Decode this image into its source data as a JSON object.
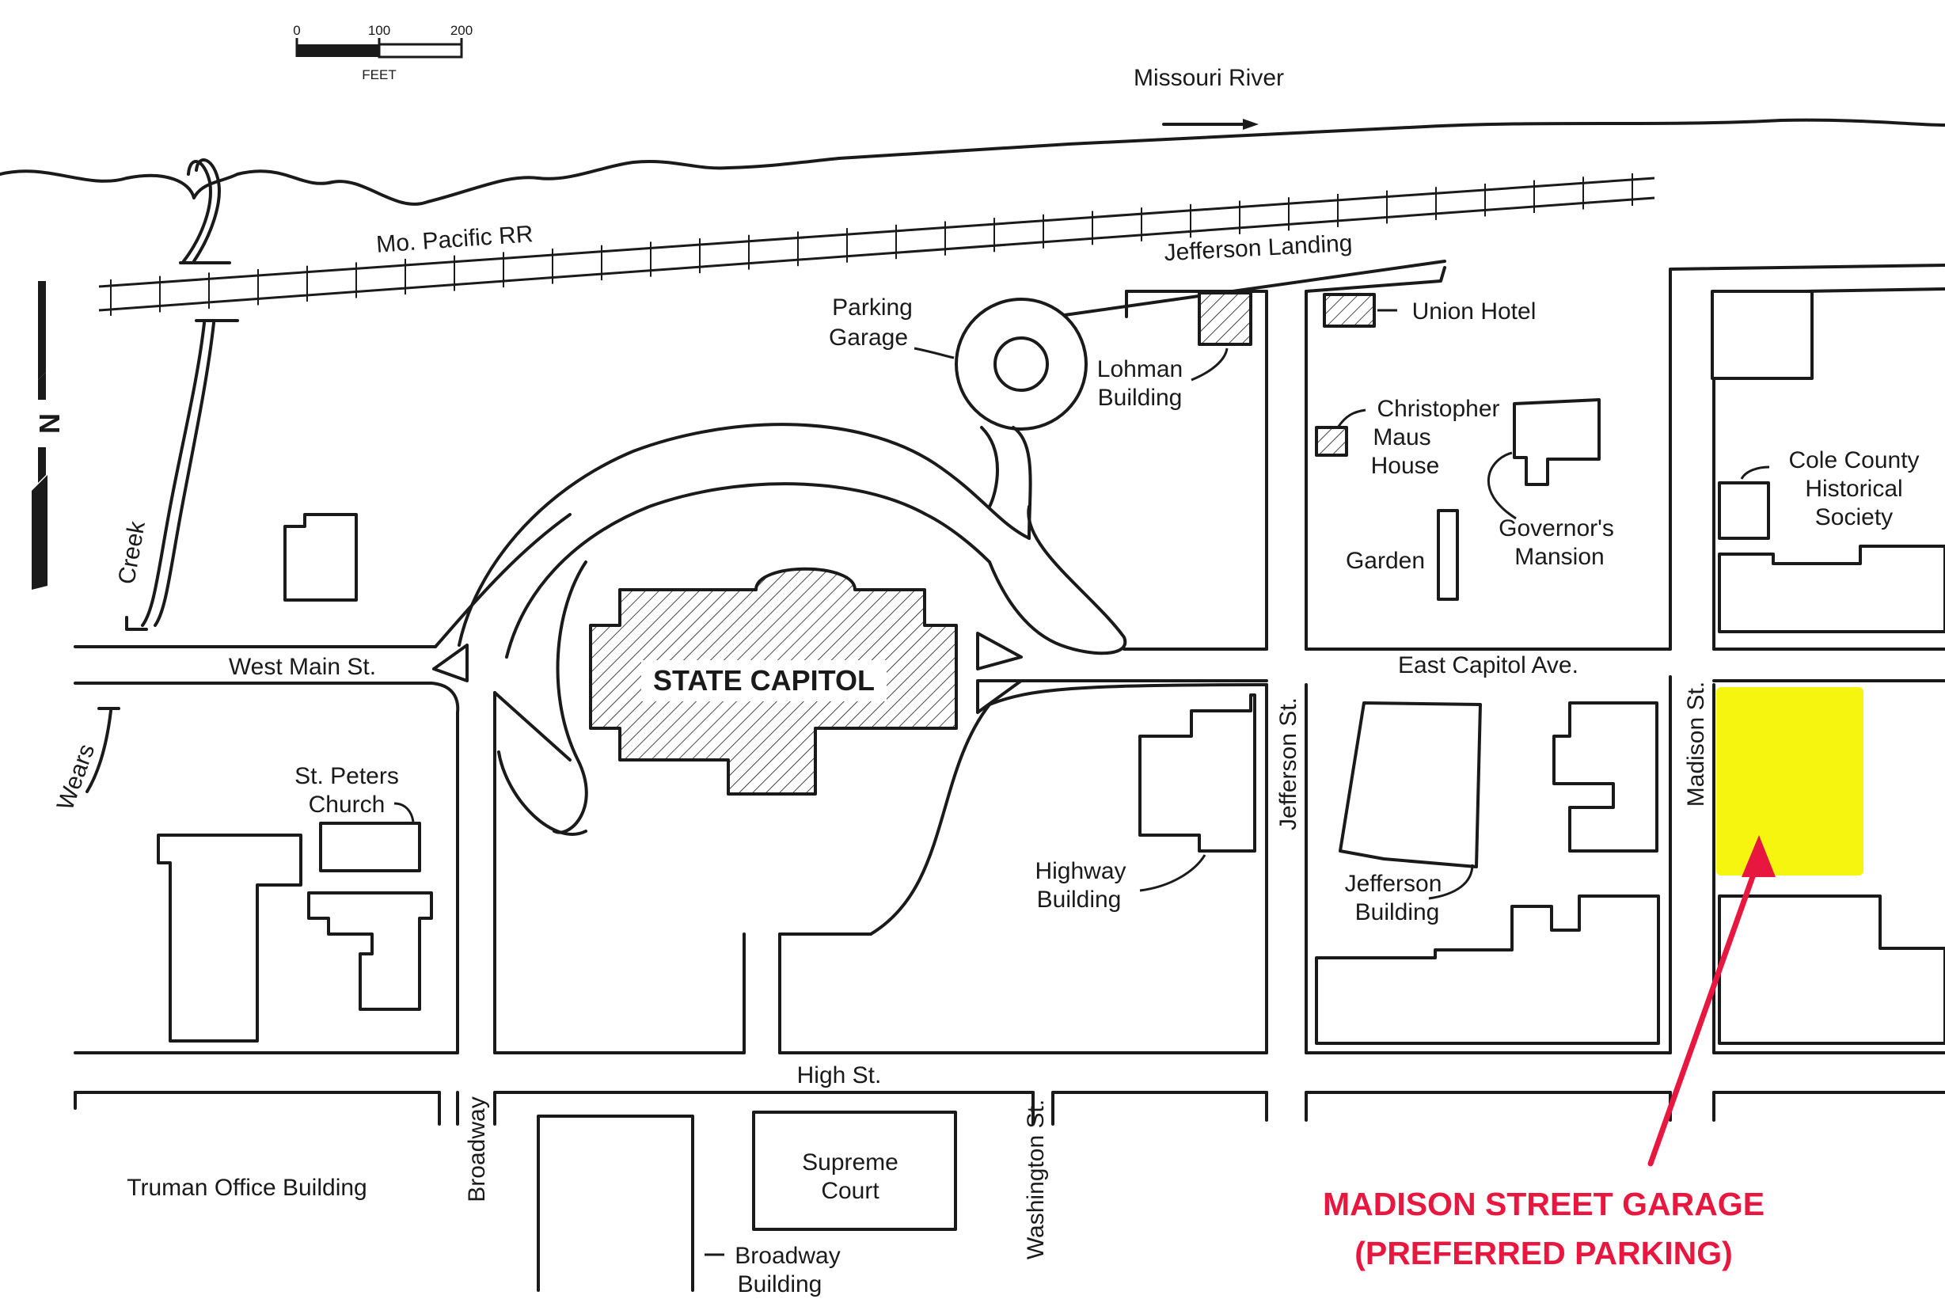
{
  "scale_bar": {
    "ticks": [
      "0",
      "100",
      "200"
    ],
    "unit": "FEET"
  },
  "north_label": "N",
  "colors": {
    "highlight": "#f5f50f",
    "callout": "#e8173f",
    "ink": "#1a1a1a"
  },
  "features": {
    "river": "Missouri River",
    "railroad": "Mo. Pacific RR",
    "creek": "Creek",
    "wears": "Wears",
    "jefferson_landing": "Jefferson Landing",
    "parking_garage": [
      "Parking",
      "Garage"
    ],
    "lohman_building": [
      "Lohman",
      "Building"
    ],
    "union_hotel": "Union Hotel",
    "christopher_maus_house": [
      "Christopher",
      "Maus",
      "House"
    ],
    "governors_mansion": [
      "Governor's",
      "Mansion"
    ],
    "garden": "Garden",
    "cole_county": [
      "Cole County",
      "Historical",
      "Society"
    ],
    "state_capitol": "STATE CAPITOL",
    "st_peters_church": [
      "St. Peters",
      "Church"
    ],
    "highway_building": [
      "Highway",
      "Building"
    ],
    "jefferson_building": [
      "Jefferson",
      "Building"
    ],
    "truman_office_building": "Truman Office Building",
    "supreme_court": [
      "Supreme",
      "Court"
    ],
    "broadway_building": [
      "Broadway",
      "Building"
    ]
  },
  "streets": {
    "west_main": "West Main St.",
    "east_capitol": "East Capitol Ave.",
    "high": "High St.",
    "jefferson": "Jefferson St.",
    "madison": "Madison St.",
    "broadway": "Broadway",
    "washington": "Washington St."
  },
  "callout": [
    "MADISON STREET GARAGE",
    "(PREFERRED PARKING)"
  ]
}
